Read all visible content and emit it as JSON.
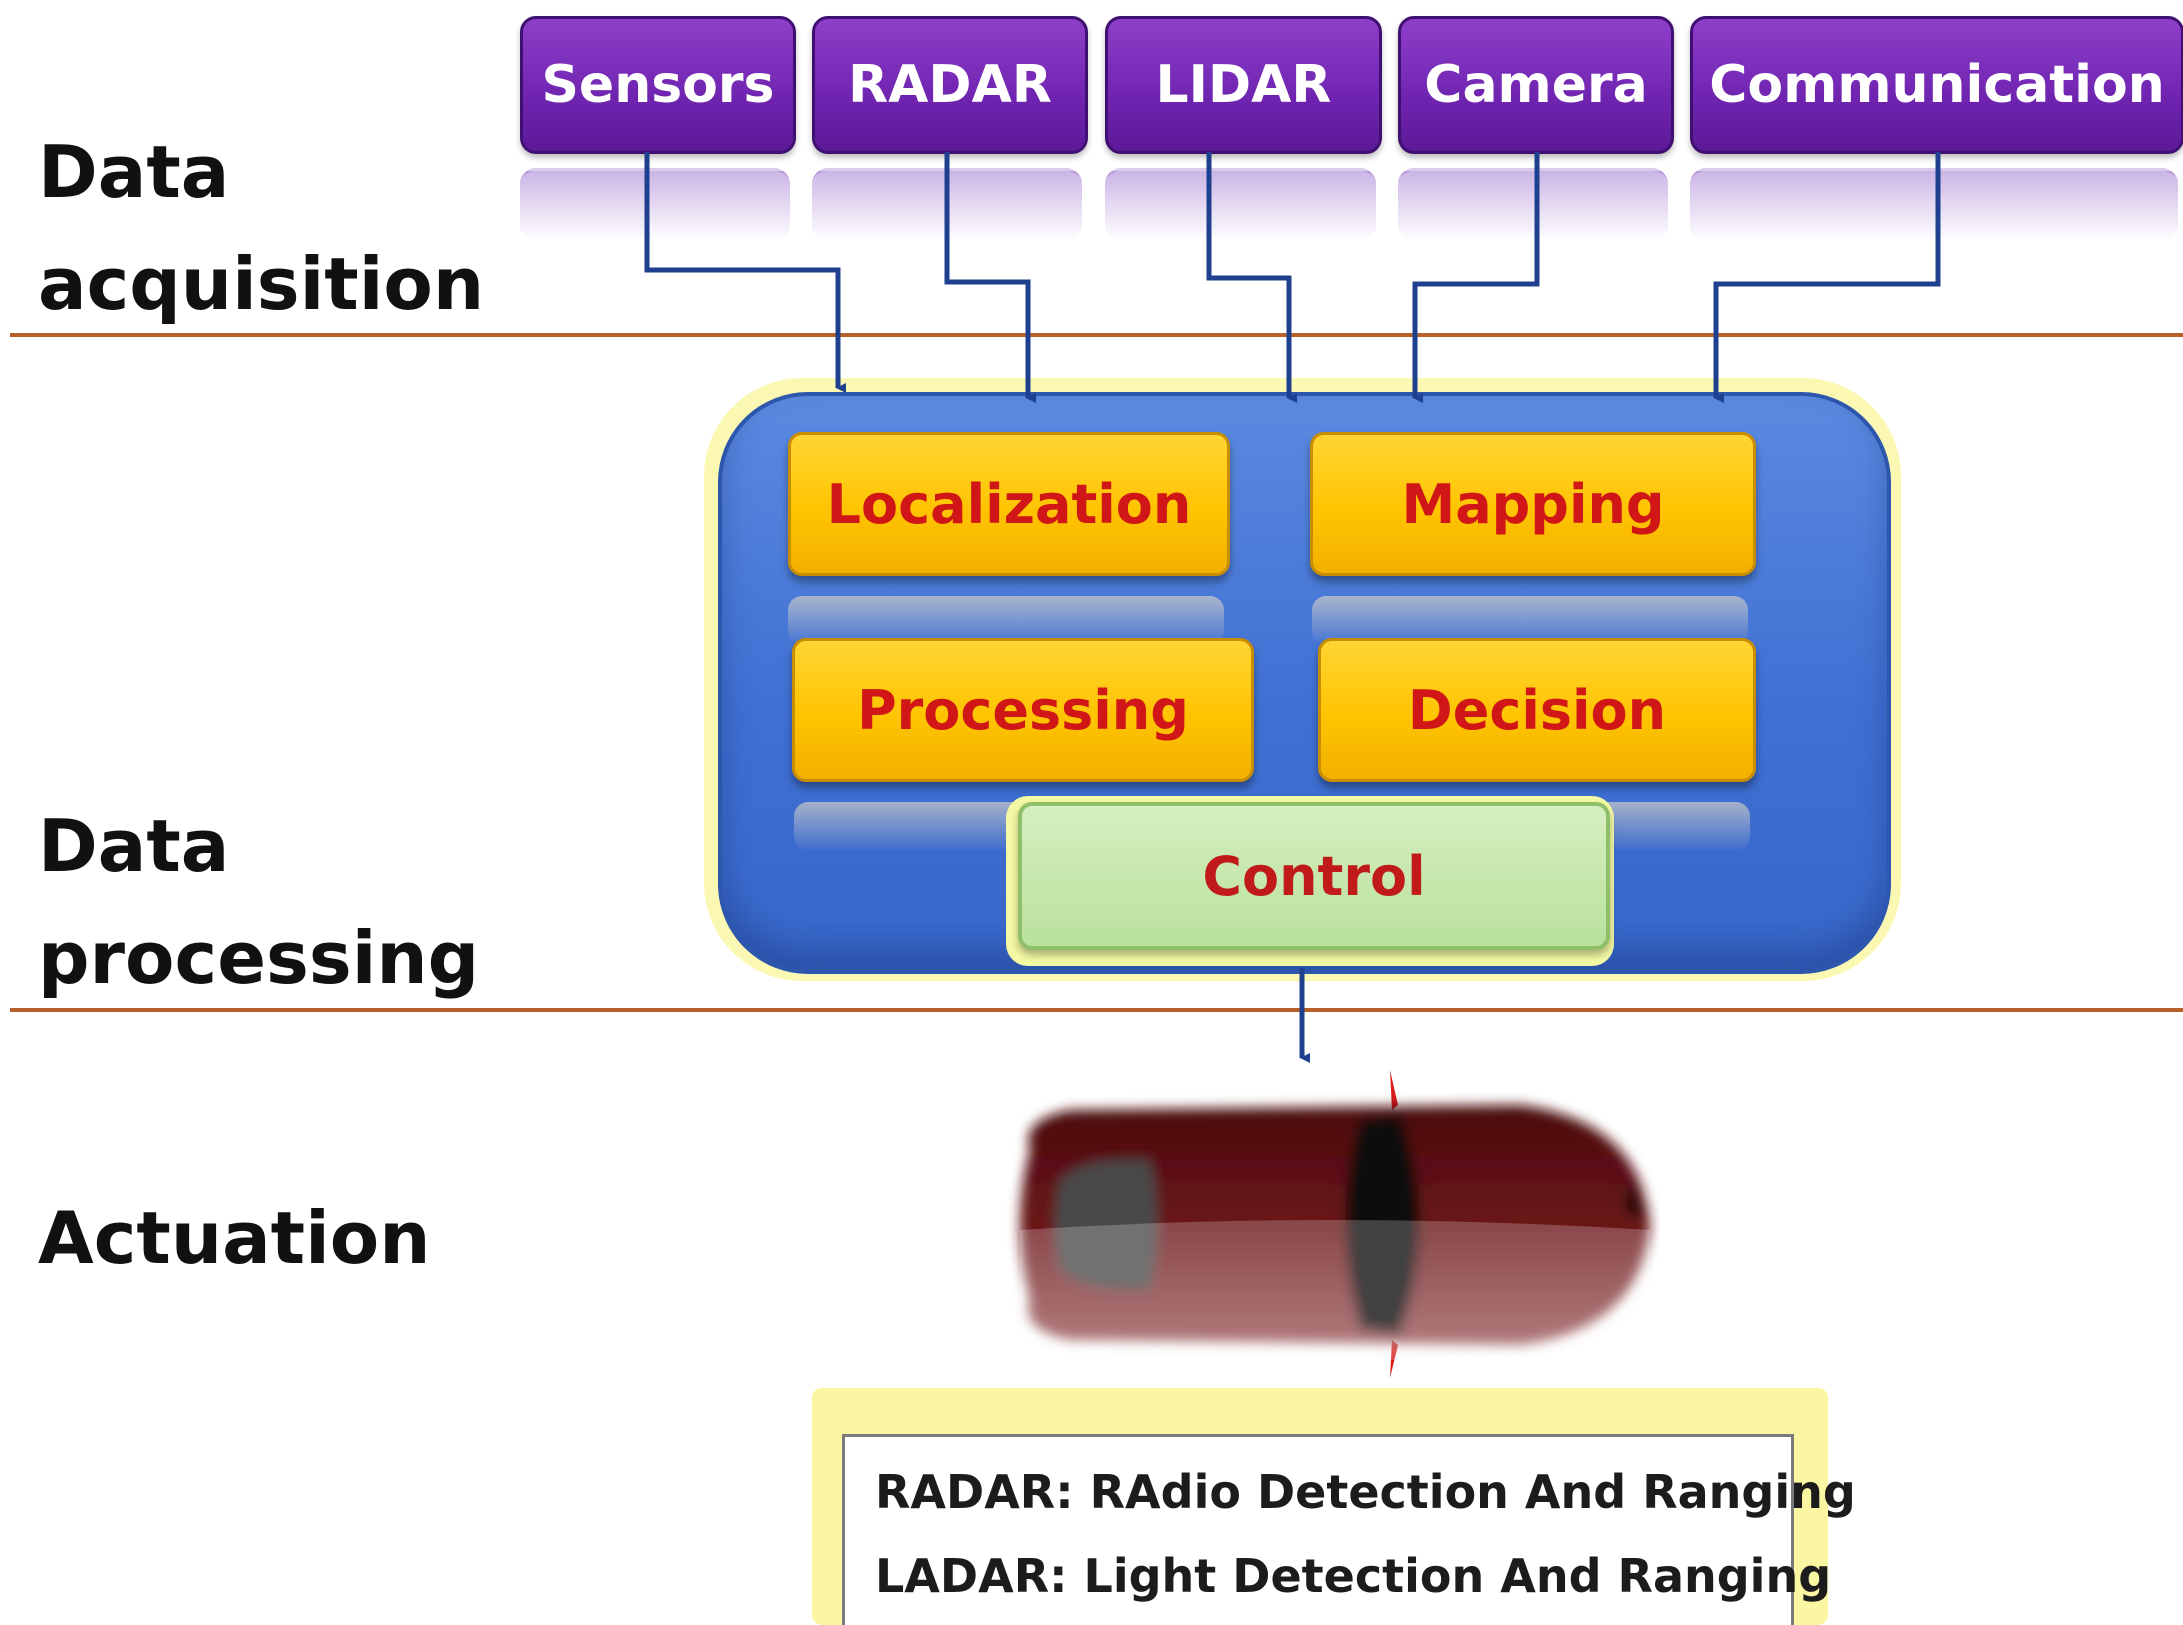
{
  "stages": {
    "acquisition": "Data\nacquisition",
    "processing": "Data\nprocessing",
    "actuation": "Actuation"
  },
  "sources": [
    "Sensors",
    "RADAR",
    "LIDAR",
    "Camera",
    "Communication"
  ],
  "modules": {
    "localization": "Localization",
    "mapping": "Mapping",
    "processing": "Processing",
    "decision": "Decision",
    "control": "Control"
  },
  "legend": {
    "line1": "RADAR: RAdio Detection And Ranging",
    "line2": "LADAR: Light Detection And Ranging"
  },
  "colors": {
    "source_fill": "#6f24b0",
    "processing_frame": "#3f70d3",
    "module_fill": "#ffc400",
    "module_text": "#d01616",
    "control_fill": "#b9e19d",
    "arrow": "#1f3f8f",
    "divider": "#b8602a",
    "car_body": "#5a1012"
  },
  "car": {
    "icon": "car-top-view-icon"
  }
}
